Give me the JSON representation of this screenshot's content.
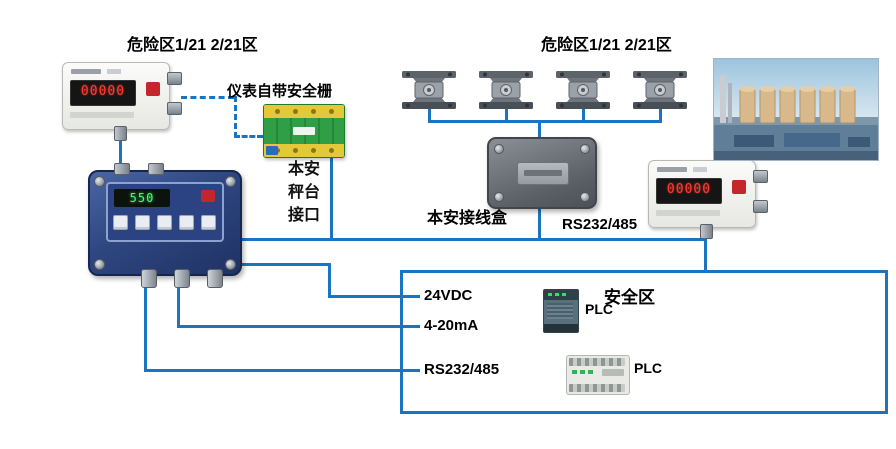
{
  "zones": {
    "hazard_left": "危险区1/21 2/21区",
    "hazard_right": "危险区1/21 2/21区",
    "safe": "安全区"
  },
  "labels": {
    "instrument_barrier": "仪表自带安全栅",
    "interface": [
      "本安",
      "秤台",
      "接口"
    ],
    "junction_box": "本安接线盒",
    "rs232_485_link": "RS232/485",
    "power_24vdc": "24VDC",
    "analog_4_20ma": "4-20mA",
    "rs232_485_plc": "RS232/485",
    "plc_upper": "PLC",
    "plc_lower": "PLC"
  },
  "devices": {
    "indicator_left_display": "00000",
    "indicator_right_display": "00000",
    "controller_display": "550"
  },
  "colors": {
    "wire_blue": "#1b74c2",
    "barrier_green": "#2f9e44",
    "terminal_yellow": "#e3c83a",
    "display_green": "#41ff6b",
    "display_red": "#ff3b30"
  }
}
